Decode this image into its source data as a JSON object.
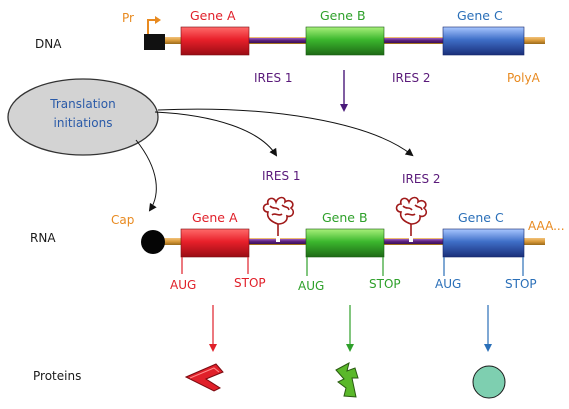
{
  "labels": {
    "dna": "DNA",
    "rna": "RNA",
    "proteins": "Proteins",
    "promoter": "Pr",
    "polya": "PolyA",
    "cap": "Cap",
    "poly_a_tail": "AAA...",
    "translation_line1": "Translation",
    "translation_line2": "initiations",
    "ires1": "IRES 1",
    "ires2": "IRES 2"
  },
  "genes": [
    {
      "name": "Gene A",
      "color": "#e8202a",
      "start": "AUG",
      "stop": "STOP",
      "codon_color": "#e0202a"
    },
    {
      "name": "Gene B",
      "color": "#3cb82e",
      "start": "AUG",
      "stop": "STOP",
      "codon_color": "#2ea02a"
    },
    {
      "name": "Gene C",
      "color": "#3f6fc8",
      "start": "AUG",
      "stop": "STOP",
      "codon_color": "#2a6fb8"
    }
  ],
  "colors": {
    "backbone": "#d99a3a",
    "linker": "#6a2a8a",
    "ires_text": "#5a1a7a",
    "orange_text": "#e88a20",
    "translation_text": "#2a5aa8",
    "translation_fill": "#d3d3d3",
    "ires_structure": "#a01a1a",
    "protein_a": "#e0202a",
    "protein_b": "#5ab82a",
    "protein_c": "#7ecfb0"
  }
}
